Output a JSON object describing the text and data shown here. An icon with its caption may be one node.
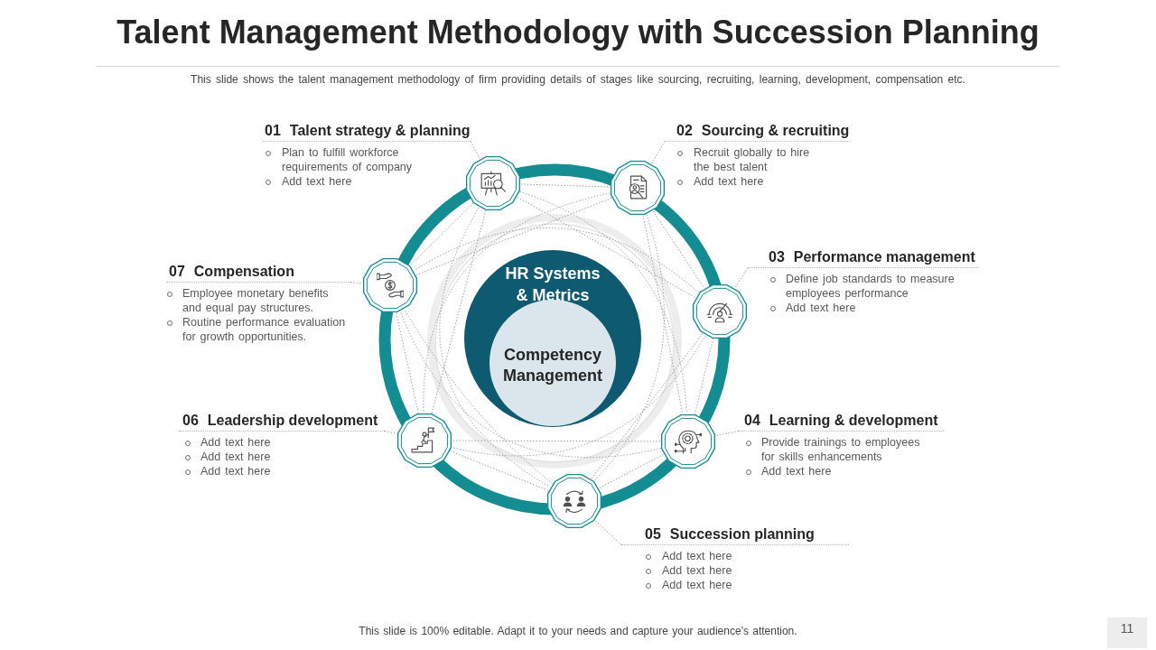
{
  "diagram": {
    "title": "Talent Management Methodology with Succession Planning",
    "nodes": [
      {
        "text": [
          "01",
          "Talent strategy & planning",
          "Plan to fulfill workforce requirements of company",
          "Add text here"
        ]
      },
      {
        "text": [
          "02",
          "Sourcing & recruiting",
          "Recruit globally to hire the best talent",
          "Add text here"
        ]
      },
      {
        "text": [
          "03",
          "Performance management",
          "Define job standards to measure employees performance",
          "Add text here"
        ]
      },
      {
        "text": [
          "04",
          "Learning & development",
          "Provide trainings to employees for skills enhancements",
          "Add text here"
        ]
      },
      {
        "text": [
          "05",
          "Succession planning",
          "Add text here",
          "Add text here",
          "Add text here"
        ]
      },
      {
        "text": [
          "06",
          "Leadership development",
          "Add text here",
          "Add text here",
          "Add text here"
        ]
      },
      {
        "text": [
          "07",
          "Compensation",
          "Employee monetary benefits and equal pay structures.",
          "Routine performance evaluation for growth opportunities."
        ]
      },
      {
        "text": [],
        "shape": "picture"
      },
      {
        "text": [],
        "shape": "picture"
      },
      {
        "text": [],
        "shape": "picture"
      },
      {
        "text": [],
        "shape": "picture"
      },
      {
        "text": [],
        "shape": "picture"
      },
      {
        "text": [],
        "shape": "picture"
      },
      {
        "text": [],
        "shape": "picture"
      },
      {
        "text": [
          "HR Systems & Metrics"
        ]
      },
      {
        "text": [
          "Competency Management"
        ],
        "in": 14
      }
    ],
    "edges": [
      {
        "from": 0,
        "to": 7,
        "arrow": "none",
        "style": "dashed"
      },
      {
        "from": 1,
        "to": 8,
        "arrow": "none",
        "style": "dashed"
      },
      {
        "from": 2,
        "to": 9,
        "arrow": "none",
        "style": "dashed"
      },
      {
        "from": 3,
        "to": 10,
        "arrow": "none",
        "style": "dashed"
      },
      {
        "from": 4,
        "to": 11,
        "arrow": "none",
        "style": "dashed"
      },
      {
        "from": 5,
        "to": 12,
        "arrow": "none",
        "style": "dashed"
      },
      {
        "from": 6,
        "to": 13,
        "arrow": "none",
        "style": "dashed"
      },
      {
        "from": 7,
        "to": 8,
        "arrow": "none",
        "style": "dashed"
      },
      {
        "from": 7,
        "to": 9,
        "arrow": "none",
        "style": "dashed"
      },
      {
        "from": 7,
        "to": 10,
        "arrow": "none",
        "style": "dashed"
      },
      {
        "from": 7,
        "to": 11,
        "arrow": "none",
        "style": "dashed"
      },
      {
        "from": 7,
        "to": 12,
        "arrow": "none",
        "style": "dashed"
      },
      {
        "from": 7,
        "to": 13,
        "arrow": "none",
        "style": "dashed"
      },
      {
        "from": 8,
        "to": 9,
        "arrow": "none",
        "style": "dashed"
      },
      {
        "from": 8,
        "to": 10,
        "arrow": "none",
        "style": "dashed"
      },
      {
        "from": 8,
        "to": 11,
        "arrow": "none",
        "style": "dashed"
      },
      {
        "from": 8,
        "to": 12,
        "arrow": "none",
        "style": "dashed"
      },
      {
        "from": 8,
        "to": 13,
        "arrow": "none",
        "style": "dashed"
      },
      {
        "from": 9,
        "to": 10,
        "arrow": "none",
        "style": "dashed"
      },
      {
        "from": 9,
        "to": 11,
        "arrow": "none",
        "style": "dashed"
      },
      {
        "from": 9,
        "to": 12,
        "arrow": "none",
        "style": "dashed"
      },
      {
        "from": 9,
        "to": 13,
        "arrow": "none",
        "style": "dashed"
      },
      {
        "from": 10,
        "to": 11,
        "arrow": "none",
        "style": "dashed"
      },
      {
        "from": 10,
        "to": 12,
        "arrow": "none",
        "style": "dashed"
      },
      {
        "from": 10,
        "to": 13,
        "arrow": "none",
        "style": "dashed"
      },
      {
        "from": 11,
        "to": 12,
        "arrow": "none",
        "style": "dashed"
      },
      {
        "from": 11,
        "to": 13,
        "arrow": "none",
        "style": "dashed"
      },
      {
        "from": 12,
        "to": 13,
        "arrow": "none",
        "style": "dashed"
      }
    ],
    "labels": [
      "This slide shows the talent management methodology of firm providing details of stages like sourcing, recruiting, learning, development, compensation etc.",
      "This slide is 100% editable. Adapt it to your needs and capture your audience's attention.",
      "11"
    ]
  }
}
